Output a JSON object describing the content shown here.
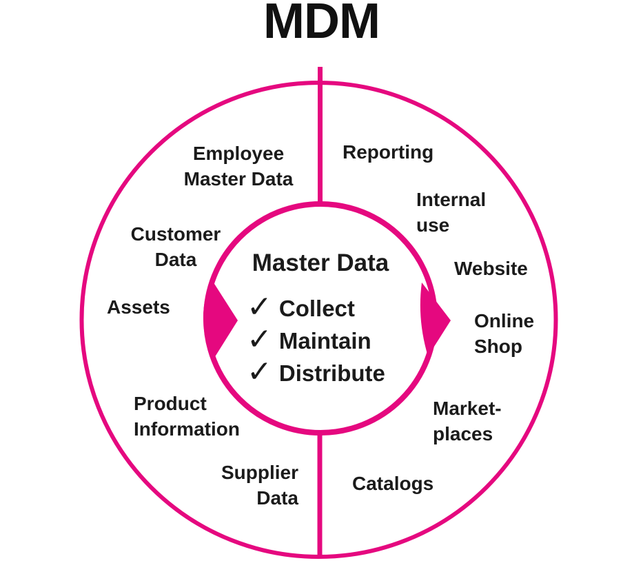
{
  "title": "MDM",
  "colors": {
    "accent": "#E5087F",
    "text": "#1B1B1B",
    "background": "#FFFFFF"
  },
  "core": {
    "heading": "Master Data",
    "check_glyph": "✓",
    "tasks": [
      "Collect",
      "Maintain",
      "Distribute"
    ]
  },
  "sources": {
    "employee_master_data": "Employee\nMaster Data",
    "customer_data": "Customer\nData",
    "assets": "Assets",
    "product_information": "Product\nInformation",
    "supplier_data": "Supplier\nData"
  },
  "channels": {
    "reporting": "Reporting",
    "internal_use": "Internal\nuse",
    "website": "Website",
    "online_shop": "Online\nShop",
    "marketplaces": "Market-\nplaces",
    "catalogs": "Catalogs"
  }
}
